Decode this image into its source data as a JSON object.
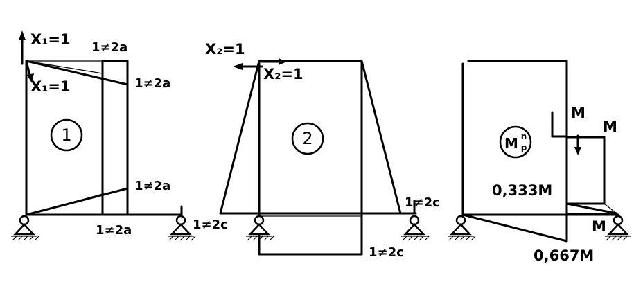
{
  "diagram1": {
    "force_label": "X₁=1",
    "moment_label": "X₁=1",
    "value_top": "1≠2a",
    "value_right_top": "1≠2a",
    "value_right_bottom": "1≠2a",
    "value_bottom": "1≠2a",
    "number": "1"
  },
  "diagram2": {
    "force_label": "X₂=1",
    "moment_label": "X₂=1",
    "value_left": "1≠2c",
    "value_right": "1≠2c",
    "value_bottom": "1≠2c",
    "number": "2"
  },
  "diagram3": {
    "moment_label_1": "M",
    "moment_label_2": "M",
    "moment_label_3": "M",
    "value_mid": "0,333M",
    "value_bottom": "0,667M",
    "symbol_main": "M",
    "symbol_sup": "n",
    "symbol_sub": "p"
  }
}
